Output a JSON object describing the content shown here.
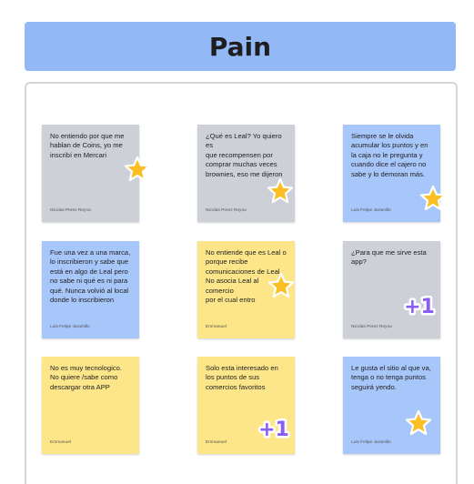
{
  "title": "Pain",
  "colors": {
    "header": "#93b8f6",
    "gray_note": "#cdd0d6",
    "blue_note": "#a7c6fa",
    "yellow_note": "#fde68a",
    "star": "#fbbf24",
    "plus_one": "#8b5cf6"
  },
  "notes": [
    {
      "text": "No entiendo por que me\nhablan de Coins, yo me\ninscribí en Mercari",
      "author": "Nicolas Perez Reyna",
      "color": "gray",
      "sticker": "star-icon"
    },
    {
      "text": "¿Qué es Leal? Yo quiero es\nque recompensen por\ncomprar muchas veces\nbrownies, eso me dijeron",
      "author": "Nicolas Perez Reyna",
      "color": "gray",
      "sticker": "star-icon"
    },
    {
      "text": "Siempre se le olvida\nacumular los puntos y en\nla caja no le pregunta y\ncuando dice el cajero no\nsabe y lo demoran más.",
      "author": "Luis Felipe Jaramillo",
      "color": "blue",
      "sticker": "star-icon"
    },
    {
      "text": "Fue una vez a una marca,\nlo inscribieron y sabe que\nestá en algo de Leal pero\nno sabe ni qué es ni para\nqué. Nunca volvió al local\ndonde lo inscribieron",
      "author": "Luis Felipe Jaramillo",
      "color": "blue",
      "sticker": "none"
    },
    {
      "text": "No entiende que es Leal o\nporque recibe\ncomunicaciones de Leal.\nNo asocia Leal al comercio\npor el cual entro",
      "author": "Emmanuel",
      "color": "yellow",
      "sticker": "star-icon"
    },
    {
      "text": "¿Para que me sirve esta\napp?",
      "author": "Nicolas Perez Reyna",
      "color": "gray",
      "sticker": "plus-one-icon"
    },
    {
      "text": "No es  muy tecnologico.\nNo quiere /sabe como\ndescargar otra APP",
      "author": "Emmanuel",
      "color": "yellow",
      "sticker": "none"
    },
    {
      "text": "Solo esta interesado en\nlos puntos de sus\ncomercios favoritos",
      "author": "Emmanuel",
      "color": "yellow",
      "sticker": "plus-one-icon"
    },
    {
      "text": "Le gusta el sitio al que va,\ntenga o no tenga puntos\nseguirá yendo.",
      "author": "Luis Felipe Jaramillo",
      "color": "blue",
      "sticker": "star-icon"
    }
  ],
  "stickers": {
    "plus_one_label": "+1"
  }
}
